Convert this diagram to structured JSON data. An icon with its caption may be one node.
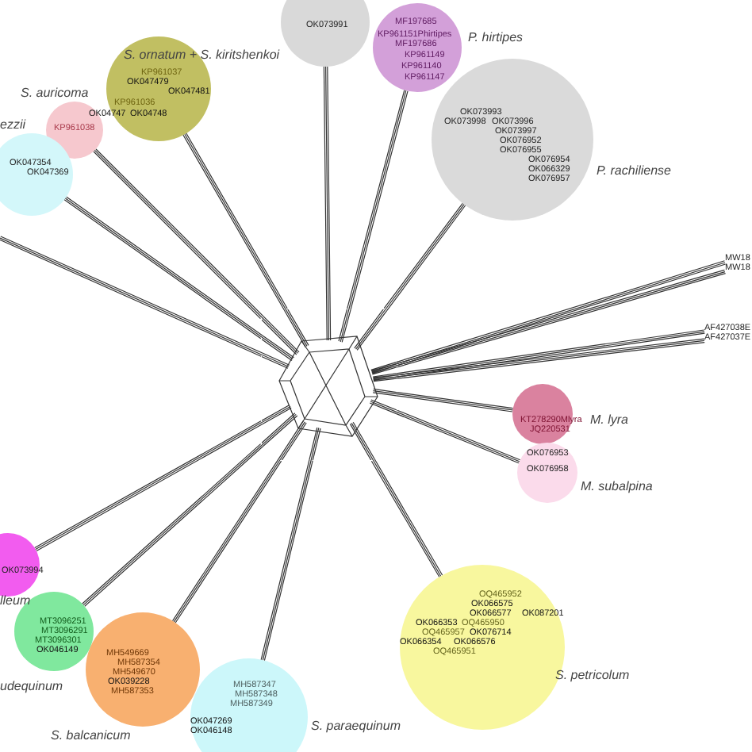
{
  "diagram": {
    "nodes": [
      {
        "text": [],
        "shape": "picture"
      },
      {
        "text": [
          "OK073991"
        ]
      },
      {
        "text": [
          "MF197685",
          "KP961151Phirtipes",
          "MF197686",
          "KP961149",
          "KP961140",
          "KP961147"
        ],
        "beside": [
          "P. hirtipes"
        ]
      },
      {
        "text": [
          "KP961037",
          "OK047479",
          "OK047481",
          "KP961036",
          "OK04747",
          "OK04748"
        ],
        "beside": [
          "S. ornatum + S. kiritshenkoi"
        ]
      },
      {
        "text": [
          "KP961038"
        ],
        "beside": [
          "S. auricoma"
        ]
      },
      {
        "text": [
          "OK073993",
          "OK073998",
          "OK073996",
          "OK073997",
          "OK076952",
          "OK076955",
          "OK076954",
          "OK066329",
          "OK076957"
        ],
        "beside": [
          "P. rachiliense"
        ]
      },
      {
        "text": [
          "OK047354",
          "OK047369"
        ],
        "beside": [
          "ezzii"
        ]
      },
      {
        "text": [
          "MW18"
        ]
      },
      {
        "text": [
          "MW18"
        ]
      },
      {
        "text": [
          "AF427038E"
        ]
      },
      {
        "text": [
          "AF427037E"
        ]
      },
      {
        "text": [
          "KT278290Mlyra",
          "JQ220531"
        ],
        "beside": [
          "M. lyra"
        ]
      },
      {
        "text": [
          "OK076953",
          "OK076958"
        ],
        "beside": [
          "M. subalpina"
        ]
      },
      {
        "text": [
          "OK073994"
        ],
        "beside": [
          "lleum"
        ]
      },
      {
        "text": [
          "MT3096251",
          "MT3096291",
          "MT3096301",
          "OK046149"
        ],
        "beside": [
          "udequinum"
        ]
      },
      {
        "text": [
          "OQ465952",
          "OK066575",
          "OK066577",
          "OK087201",
          "OK066353",
          "OQ465950",
          "OQ465957",
          "OK076714",
          "OK066354",
          "OK066576",
          "OQ465951"
        ],
        "beside": [
          "S. petricolum"
        ]
      },
      {
        "text": [
          "MH549669",
          "MH587354",
          "MH549670",
          "OK039228",
          "MH587353"
        ],
        "beside": [
          "S. balcanicum"
        ]
      },
      {
        "text": [
          "MH587347",
          "MH587348",
          "MH587349",
          "OK047269",
          "OK046148"
        ],
        "beside": [
          "S. paraequinum"
        ]
      }
    ],
    "edges": [
      {
        "from": 0,
        "to": 1,
        "arrow": "none"
      },
      {
        "from": 0,
        "to": 2,
        "arrow": "none"
      },
      {
        "from": 0,
        "to": 3,
        "arrow": "none"
      },
      {
        "from": 0,
        "to": 4,
        "arrow": "none"
      },
      {
        "from": 0,
        "to": 5,
        "arrow": "none"
      },
      {
        "from": 0,
        "to": 6,
        "arrow": "none"
      },
      {
        "from": 0,
        "to": 7,
        "arrow": "none"
      },
      {
        "from": 0,
        "to": 8,
        "arrow": "none"
      },
      {
        "from": 0,
        "to": 9,
        "arrow": "none"
      },
      {
        "from": 0,
        "to": 10,
        "arrow": "none"
      },
      {
        "from": 0,
        "to": 11,
        "arrow": "none"
      },
      {
        "from": 0,
        "to": 12,
        "arrow": "none"
      },
      {
        "from": 0,
        "to": 13,
        "arrow": "none"
      },
      {
        "from": 0,
        "to": 14,
        "arrow": "none"
      },
      {
        "from": 0,
        "to": 15,
        "arrow": "none"
      },
      {
        "from": 0,
        "to": 16,
        "arrow": "none"
      },
      {
        "from": 0,
        "to": 17,
        "arrow": "none"
      },
      {
        "from": 0,
        "to": null,
        "arrow": "none"
      }
    ]
  }
}
